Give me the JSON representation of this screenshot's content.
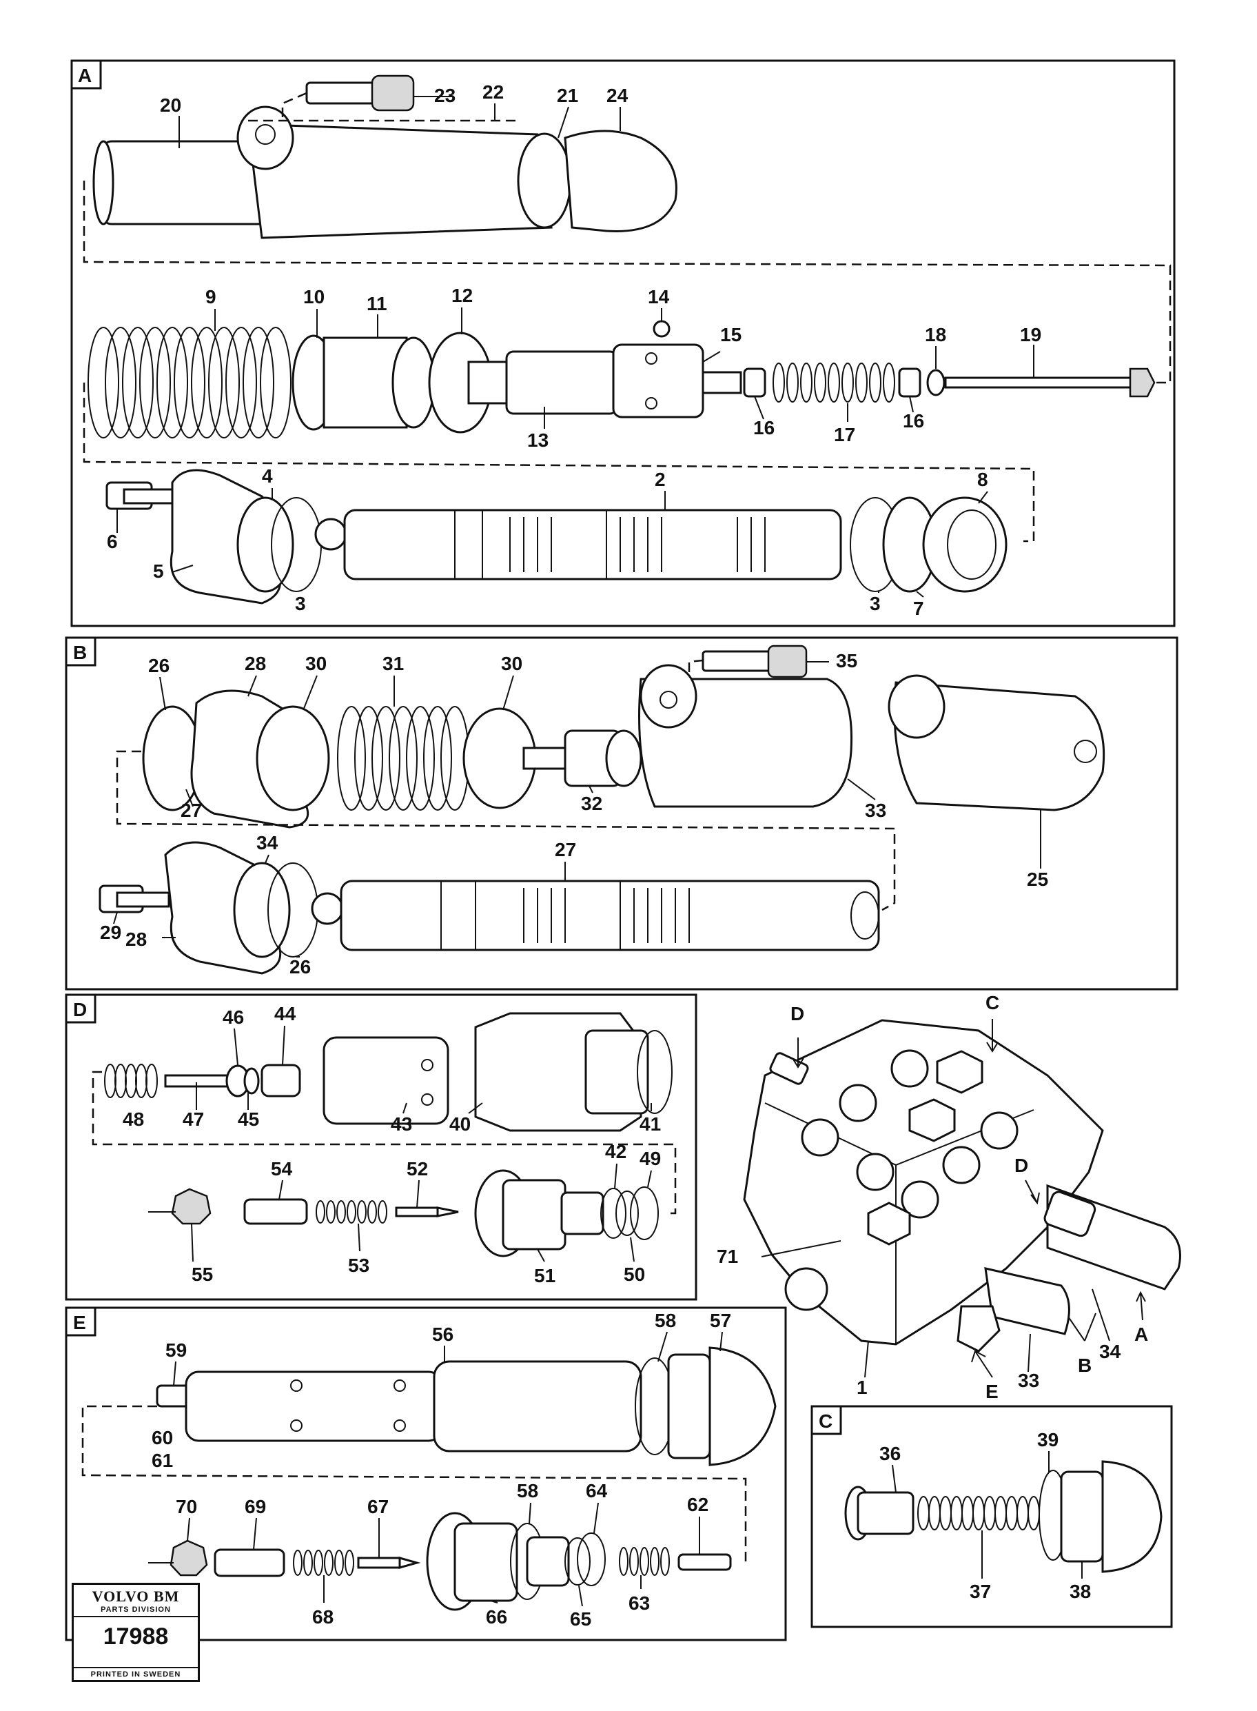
{
  "panels": {
    "A": {
      "letter": "A",
      "labels": [
        "20",
        "23",
        "22",
        "21",
        "24",
        "9",
        "10",
        "11",
        "12",
        "14",
        "15",
        "19",
        "18",
        "16",
        "17",
        "16",
        "13",
        "4",
        "6",
        "5",
        "3",
        "2",
        "8",
        "3",
        "7"
      ]
    },
    "B": {
      "letter": "B",
      "labels": [
        "26",
        "28",
        "30",
        "31",
        "30",
        "35",
        "27",
        "32",
        "33",
        "34",
        "27",
        "25",
        "29",
        "28",
        "26"
      ]
    },
    "D": {
      "letter": "D",
      "labels": [
        "46",
        "44",
        "48",
        "47",
        "45",
        "43",
        "40",
        "41",
        "42",
        "49",
        "54",
        "52",
        "55",
        "53",
        "51",
        "50"
      ]
    },
    "E": {
      "letter": "E",
      "labels": [
        "59",
        "56",
        "58",
        "57",
        "60",
        "61",
        "70",
        "69",
        "67",
        "58",
        "64",
        "62",
        "68",
        "66",
        "65",
        "63"
      ]
    },
    "C": {
      "letter": "C",
      "labels": [
        "36",
        "39",
        "37",
        "38"
      ]
    },
    "assembly": {
      "labels": [
        "D",
        "C",
        "D",
        "71",
        "A",
        "34",
        "B",
        "33",
        "E",
        "1"
      ]
    }
  },
  "badge": {
    "brand": "VOLVO BM",
    "division": "PARTS DIVISION",
    "doc_number": "17988",
    "printed": "PRINTED IN SWEDEN"
  }
}
